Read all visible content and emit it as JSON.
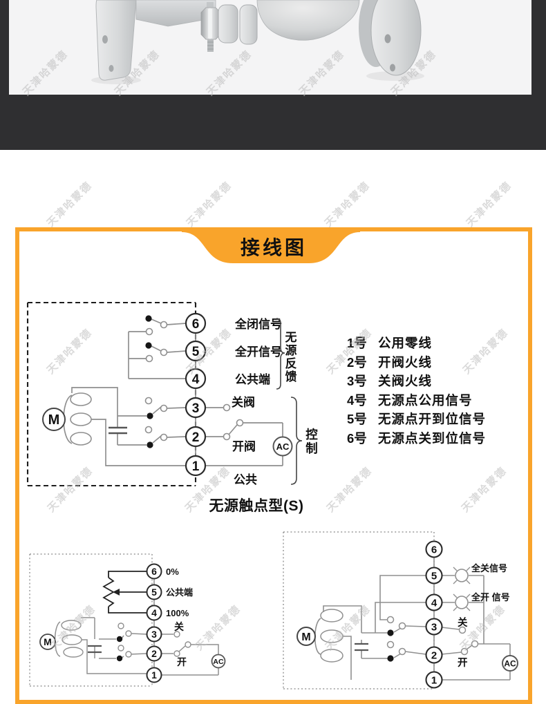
{
  "colors": {
    "accent": "#F9A42B",
    "dark_band": "#2F2F31",
    "photo_bg": "#F4F4F5"
  },
  "watermark": {
    "text": "天津哈蒙德"
  },
  "banner": {
    "title": "接线图"
  },
  "diagram_main": {
    "terminals": [
      "6",
      "5",
      "4",
      "3",
      "2",
      "1"
    ],
    "labels": {
      "t6": "全闭信号",
      "t5": "全开信号",
      "t4": "公共端",
      "t3": "关阀",
      "t2": "开阀",
      "t1": "公共"
    },
    "group_feedback": "无源反馈",
    "group_control": "控制",
    "motor": "M",
    "ac": "AC",
    "caption": "无源触点型(S)"
  },
  "legend": {
    "items": [
      {
        "no": "1号",
        "label": "公用零线"
      },
      {
        "no": "2号",
        "label": "开阀火线"
      },
      {
        "no": "3号",
        "label": "关阀火线"
      },
      {
        "no": "4号",
        "label": "无源点公用信号"
      },
      {
        "no": "5号",
        "label": "无源点开到位信号"
      },
      {
        "no": "6号",
        "label": "无源点关到位信号"
      }
    ]
  },
  "diagram_pot": {
    "terminals": [
      "6",
      "5",
      "4",
      "3",
      "2",
      "1"
    ],
    "labels": {
      "t6": "0%",
      "t5": "公共端",
      "t4": "100%",
      "t3": "关",
      "t2": "开"
    },
    "motor": "M",
    "ac": "AC"
  },
  "diagram_lamp": {
    "terminals": [
      "6",
      "5",
      "4",
      "3",
      "2",
      "1"
    ],
    "labels": {
      "t5": "全关信号",
      "t4": "全开 信号",
      "t3": "关",
      "t2": "开"
    },
    "motor": "M",
    "ac": "AC"
  }
}
